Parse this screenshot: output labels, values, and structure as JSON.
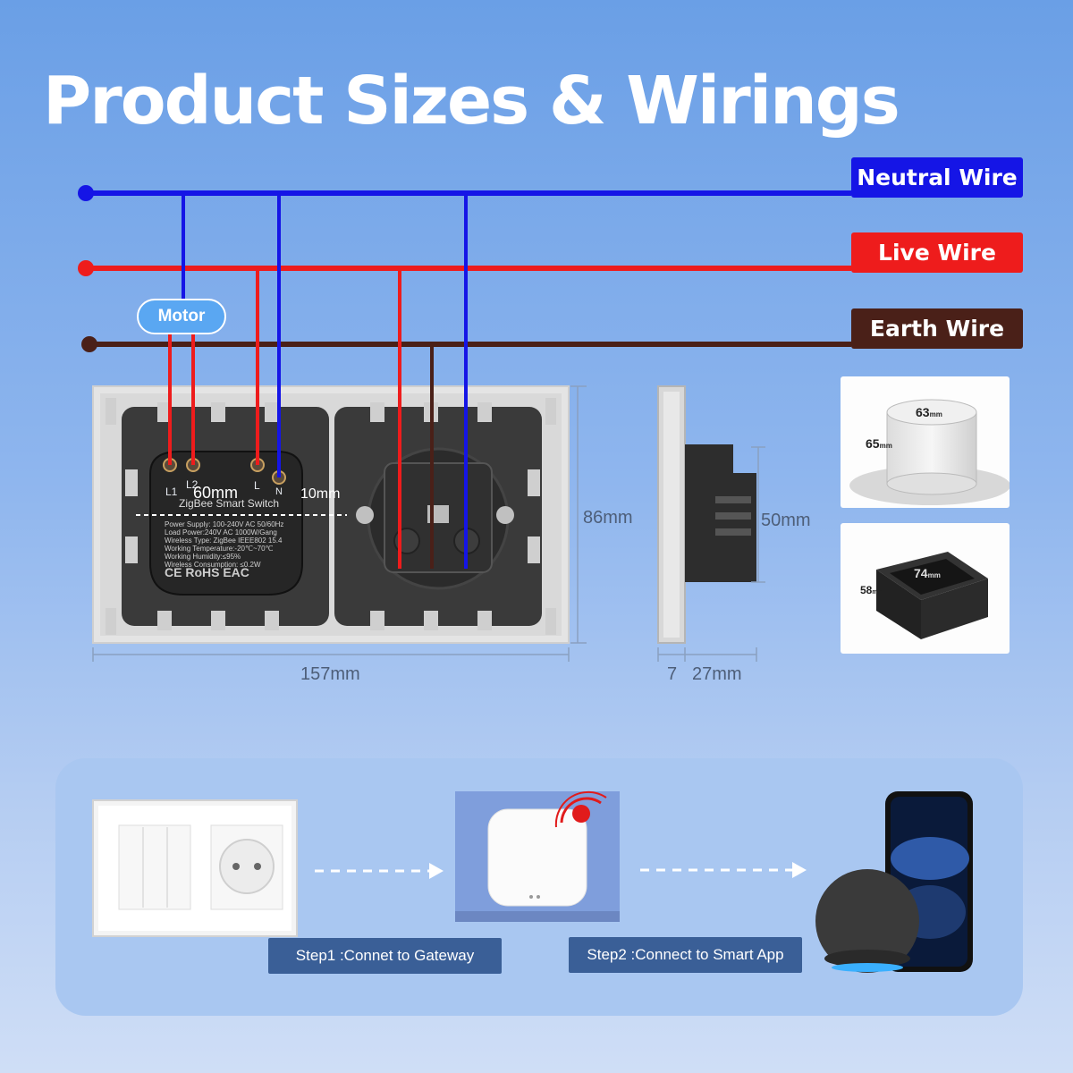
{
  "title": "Product Sizes & Wirings",
  "wires": {
    "neutral": {
      "label": "Neutral Wire",
      "color": "#1515e6"
    },
    "live": {
      "label": "Live Wire",
      "color": "#ee1c1c"
    },
    "earth": {
      "label": "Earth Wire",
      "color": "#4a2018"
    }
  },
  "motor_label": "Motor",
  "terminals": {
    "l1": "L1",
    "l2": "L2",
    "l": "L",
    "n": "N"
  },
  "module_text": {
    "name": "ZigBee Smart Switch",
    "lines": [
      "Power Supply: 100-240V AC 50/60Hz",
      "Load Power:240V AC 1000W/Gang",
      "Wireless Type: ZigBee IEEE802  15.4",
      "Working Temperature:-20℃~70℃",
      "Working Humidity:≤95%",
      "Wireless Consumption:  ≤0.2W"
    ],
    "marks": "CE RoHS EAC"
  },
  "dimensions": {
    "module_width": "60mm",
    "module_gap": "10mm",
    "panel_height": "86mm",
    "panel_width": "157mm",
    "side_height": "50mm",
    "glass_depth": "7",
    "body_depth": "27mm",
    "round_box_diameter_value": "63",
    "round_box_depth_value": "65",
    "square_box_width_value": "74",
    "square_box_depth_value": "58",
    "unit": "mm"
  },
  "steps": {
    "step1": "Step1 :Connet to Gateway",
    "step2": "Step2 :Connect to Smart App"
  },
  "colors": {
    "background_top": "#6a9fe6",
    "panel_blue": "#a9c7f1",
    "step_button": "#3a5f97"
  }
}
